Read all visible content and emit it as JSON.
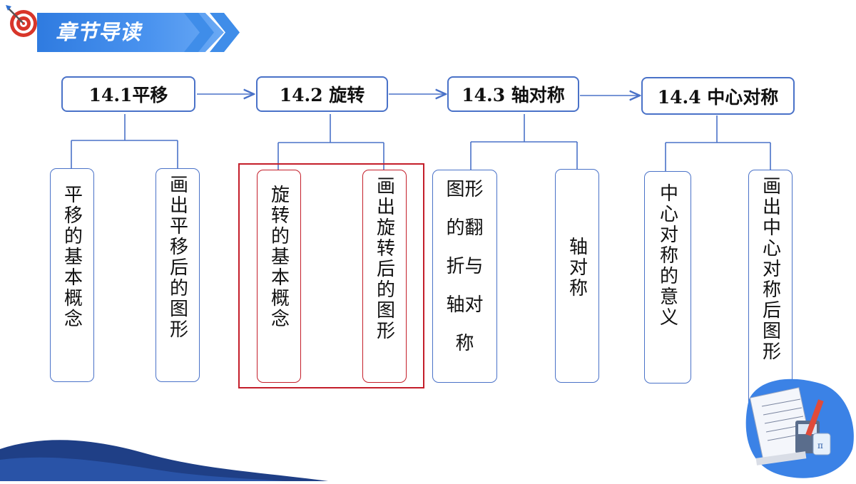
{
  "header": {
    "title": "章节导读"
  },
  "colors": {
    "banner_blue": "#2f7be0",
    "box_border_blue": "#4a72c8",
    "connector_blue": "#4a72c8",
    "highlight_red": "#c41e2a",
    "wave_navy": "#1f3f86"
  },
  "sections": [
    {
      "title": "14.1平移",
      "items": [
        "平移的基本概念",
        "画出平移后的图形"
      ]
    },
    {
      "title": "14.2 旋转",
      "items": [
        "旋转的基本概念",
        "画出旋转后的图形"
      ]
    },
    {
      "title": "14.3 轴对称",
      "items": [
        "图形的翻折与轴对称",
        "轴对称"
      ]
    },
    {
      "title": "14.4 中心对称",
      "items": [
        "中心对称的意义",
        "画出中心对称后图形"
      ]
    }
  ],
  "icons": [
    "dartboard-icon",
    "double-chevron-icon",
    "math-book-illustration"
  ]
}
